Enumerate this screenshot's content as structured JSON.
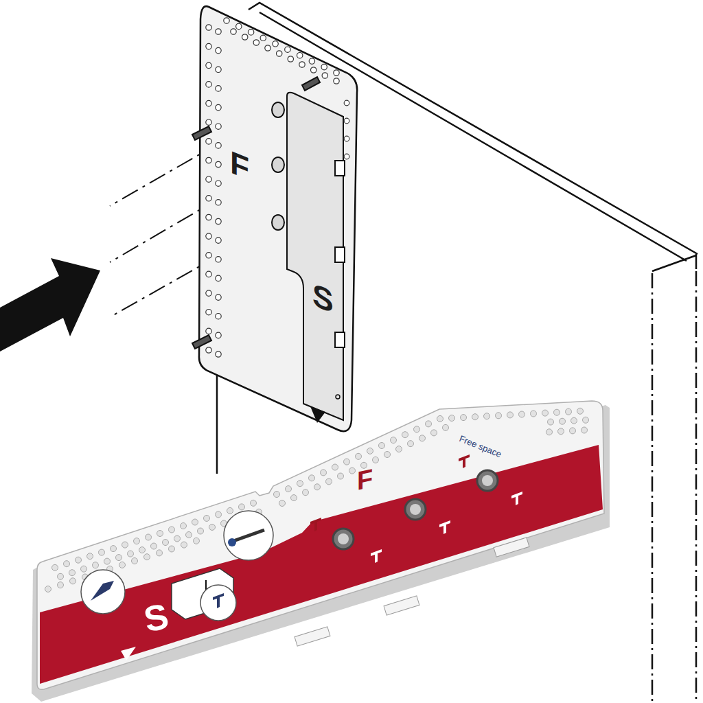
{
  "diagram": {
    "labels": [
      "F",
      "S",
      "Free space",
      "F",
      "S"
    ]
  }
}
